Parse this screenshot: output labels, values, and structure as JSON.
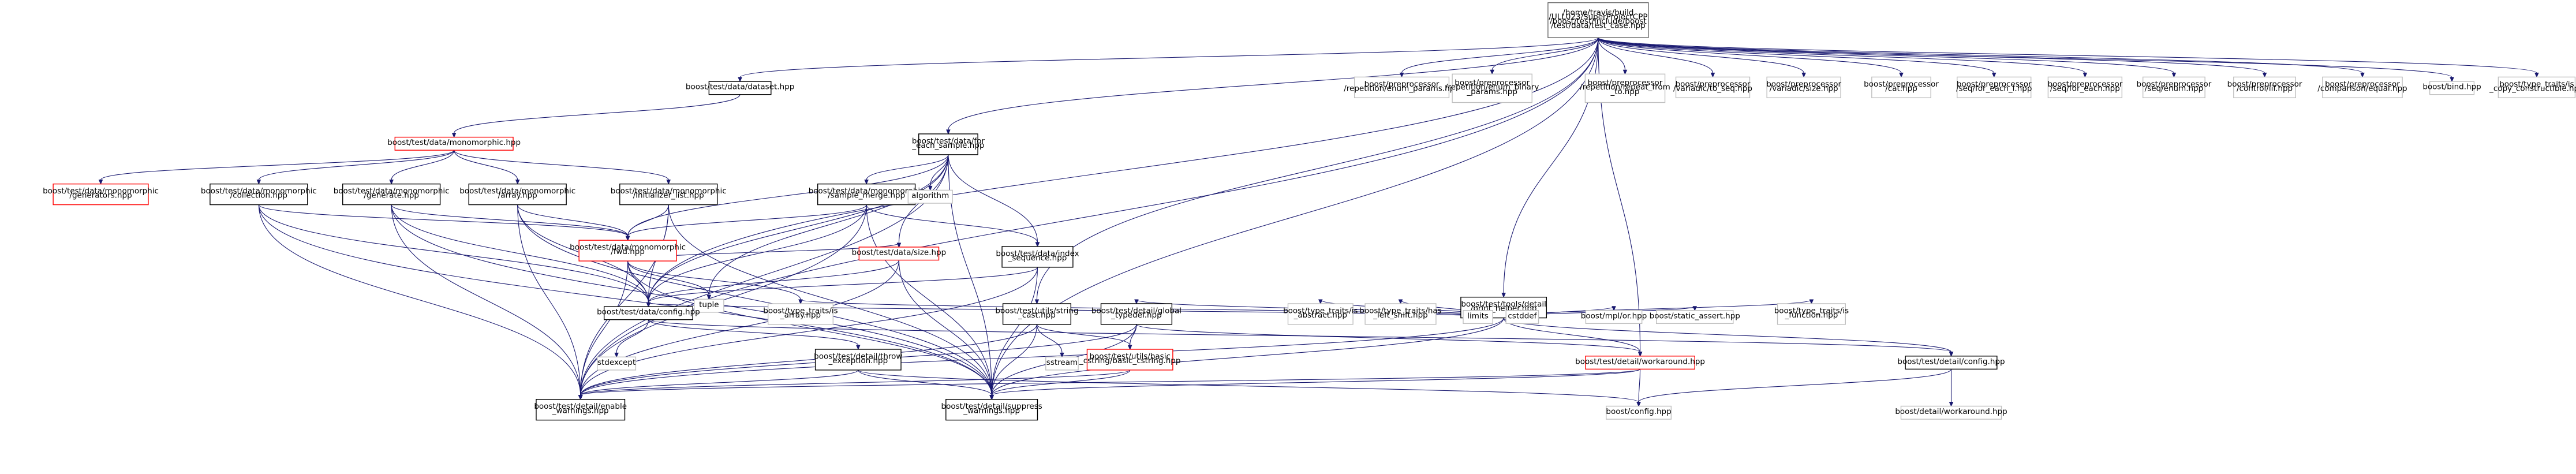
{
  "graph": {
    "colors": {
      "edge": "#191970",
      "node_border": "#bfbfbf",
      "node_border_truncated": "#ff0000",
      "node_border_root": "#666666",
      "root_fill": "#bfbfbf",
      "node_fill": "#ffffff"
    },
    "nodes": [
      {
        "id": "root",
        "lines": [
          "/home/travis/build",
          "/ULL023/SuperProjectCPP",
          "/boost/test/include/boost",
          "/test/data/test_case.hpp"
        ],
        "style": "root"
      },
      {
        "id": "dataset",
        "lines": [
          "boost/test/data/dataset.hpp"
        ],
        "style": "normal"
      },
      {
        "id": "for_each_sample",
        "lines": [
          "boost/test/data/for",
          "_each_sample.hpp"
        ],
        "style": "normal"
      },
      {
        "id": "mono",
        "lines": [
          "boost/test/data/monomorphic.hpp"
        ],
        "style": "red"
      },
      {
        "id": "generators",
        "lines": [
          "boost/test/data/monomorphic",
          "/generators.hpp"
        ],
        "style": "red"
      },
      {
        "id": "collection",
        "lines": [
          "boost/test/data/monomorphic",
          "/collection.hpp"
        ],
        "style": "normal"
      },
      {
        "id": "generate",
        "lines": [
          "boost/test/data/monomorphic",
          "/generate.hpp"
        ],
        "style": "normal"
      },
      {
        "id": "array",
        "lines": [
          "boost/test/data/monomorphic",
          "/array.hpp"
        ],
        "style": "normal"
      },
      {
        "id": "init_list",
        "lines": [
          "boost/test/data/monomorphic",
          "/initializer_list.hpp"
        ],
        "style": "normal"
      },
      {
        "id": "sample_merge",
        "lines": [
          "boost/test/data/monomorphic",
          "/sample_merge.hpp"
        ],
        "style": "normal"
      },
      {
        "id": "algorithm",
        "lines": [
          "algorithm"
        ],
        "style": "plain"
      },
      {
        "id": "fwd",
        "lines": [
          "boost/test/data/monomorphic",
          "/fwd.hpp"
        ],
        "style": "red"
      },
      {
        "id": "size",
        "lines": [
          "boost/test/data/size.hpp"
        ],
        "style": "red"
      },
      {
        "id": "index_seq",
        "lines": [
          "boost/test/data/index",
          "_sequence.hpp"
        ],
        "style": "normal"
      },
      {
        "id": "tuple",
        "lines": [
          "tuple"
        ],
        "style": "plain"
      },
      {
        "id": "config",
        "lines": [
          "boost/test/data/config.hpp"
        ],
        "style": "normal"
      },
      {
        "id": "is_array",
        "lines": [
          "boost/type_traits/is",
          "_array.hpp"
        ],
        "style": "plain"
      },
      {
        "id": "stdexcept",
        "lines": [
          "stdexcept"
        ],
        "style": "plain"
      },
      {
        "id": "throw_exc",
        "lines": [
          "boost/test/detail/throw",
          "_exception.hpp"
        ],
        "style": "normal"
      },
      {
        "id": "enable_warn",
        "lines": [
          "boost/test/detail/enable",
          "_warnings.hpp"
        ],
        "style": "normal"
      },
      {
        "id": "suppress_warn",
        "lines": [
          "boost/test/detail/suppress",
          "_warnings.hpp"
        ],
        "style": "normal"
      },
      {
        "id": "string_cast",
        "lines": [
          "boost/test/utils/string",
          "_cast.hpp"
        ],
        "style": "normal"
      },
      {
        "id": "sstream",
        "lines": [
          "sstream"
        ],
        "style": "plain"
      },
      {
        "id": "global_typedef",
        "lines": [
          "boost/test/detail/global",
          "_typedef.hpp"
        ],
        "style": "normal"
      },
      {
        "id": "basic_cstring",
        "lines": [
          "boost/test/utils/basic",
          "_cstring/basic_cstring.hpp"
        ],
        "style": "red"
      },
      {
        "id": "print_helper",
        "lines": [
          "boost/test/tools/detail",
          "/print_helper.hpp"
        ],
        "style": "normal"
      },
      {
        "id": "is_abstract",
        "lines": [
          "boost/type_traits/is",
          "_abstract.hpp"
        ],
        "style": "plain"
      },
      {
        "id": "has_left_shift",
        "lines": [
          "boost/type_traits/has",
          "_left_shift.hpp"
        ],
        "style": "plain"
      },
      {
        "id": "limits",
        "lines": [
          "limits"
        ],
        "style": "plain"
      },
      {
        "id": "cstddef",
        "lines": [
          "cstddef"
        ],
        "style": "plain"
      },
      {
        "id": "mpl_or",
        "lines": [
          "boost/mpl/or.hpp"
        ],
        "style": "plain"
      },
      {
        "id": "static_assert",
        "lines": [
          "boost/static_assert.hpp"
        ],
        "style": "plain"
      },
      {
        "id": "is_function",
        "lines": [
          "boost/type_traits/is",
          "_function.hpp"
        ],
        "style": "plain"
      },
      {
        "id": "workaround_red",
        "lines": [
          "boost/test/detail/workaround.hpp"
        ],
        "style": "red"
      },
      {
        "id": "detail_config",
        "lines": [
          "boost/test/detail/config.hpp"
        ],
        "style": "normal"
      },
      {
        "id": "boost_config",
        "lines": [
          "boost/config.hpp"
        ],
        "style": "plain"
      },
      {
        "id": "boost_workaround",
        "lines": [
          "boost/detail/workaround.hpp"
        ],
        "style": "plain"
      },
      {
        "id": "enum_params",
        "lines": [
          "boost/preprocessor",
          "/repetition/enum_params.hpp"
        ],
        "style": "plain"
      },
      {
        "id": "enum_binary",
        "lines": [
          "boost/preprocessor",
          "/repetition/enum_binary",
          "_params.hpp"
        ],
        "style": "plain"
      },
      {
        "id": "repeat_from",
        "lines": [
          "boost/preprocessor",
          "/repetition/repeat_from",
          "_to.hpp"
        ],
        "style": "plain"
      },
      {
        "id": "to_seq",
        "lines": [
          "boost/preprocessor",
          "/variadic/to_seq.hpp"
        ],
        "style": "plain"
      },
      {
        "id": "var_size",
        "lines": [
          "boost/preprocessor",
          "/variadic/size.hpp"
        ],
        "style": "plain"
      },
      {
        "id": "cat",
        "lines": [
          "boost/preprocessor",
          "/cat.hpp"
        ],
        "style": "plain"
      },
      {
        "id": "for_each_i",
        "lines": [
          "boost/preprocessor",
          "/seq/for_each_i.hpp"
        ],
        "style": "plain"
      },
      {
        "id": "for_each",
        "lines": [
          "boost/preprocessor",
          "/seq/for_each.hpp"
        ],
        "style": "plain"
      },
      {
        "id": "seq_enum",
        "lines": [
          "boost/preprocessor",
          "/seq/enum.hpp"
        ],
        "style": "plain"
      },
      {
        "id": "iif",
        "lines": [
          "boost/preprocessor",
          "/control/iif.hpp"
        ],
        "style": "plain"
      },
      {
        "id": "equal",
        "lines": [
          "boost/preprocessor",
          "/comparison/equal.hpp"
        ],
        "style": "plain"
      },
      {
        "id": "bind",
        "lines": [
          "boost/bind.hpp"
        ],
        "style": "plain"
      },
      {
        "id": "copy_constructible",
        "lines": [
          "boost/type_traits/is",
          "_copy_constructible.hpp"
        ],
        "style": "plain"
      }
    ]
  }
}
